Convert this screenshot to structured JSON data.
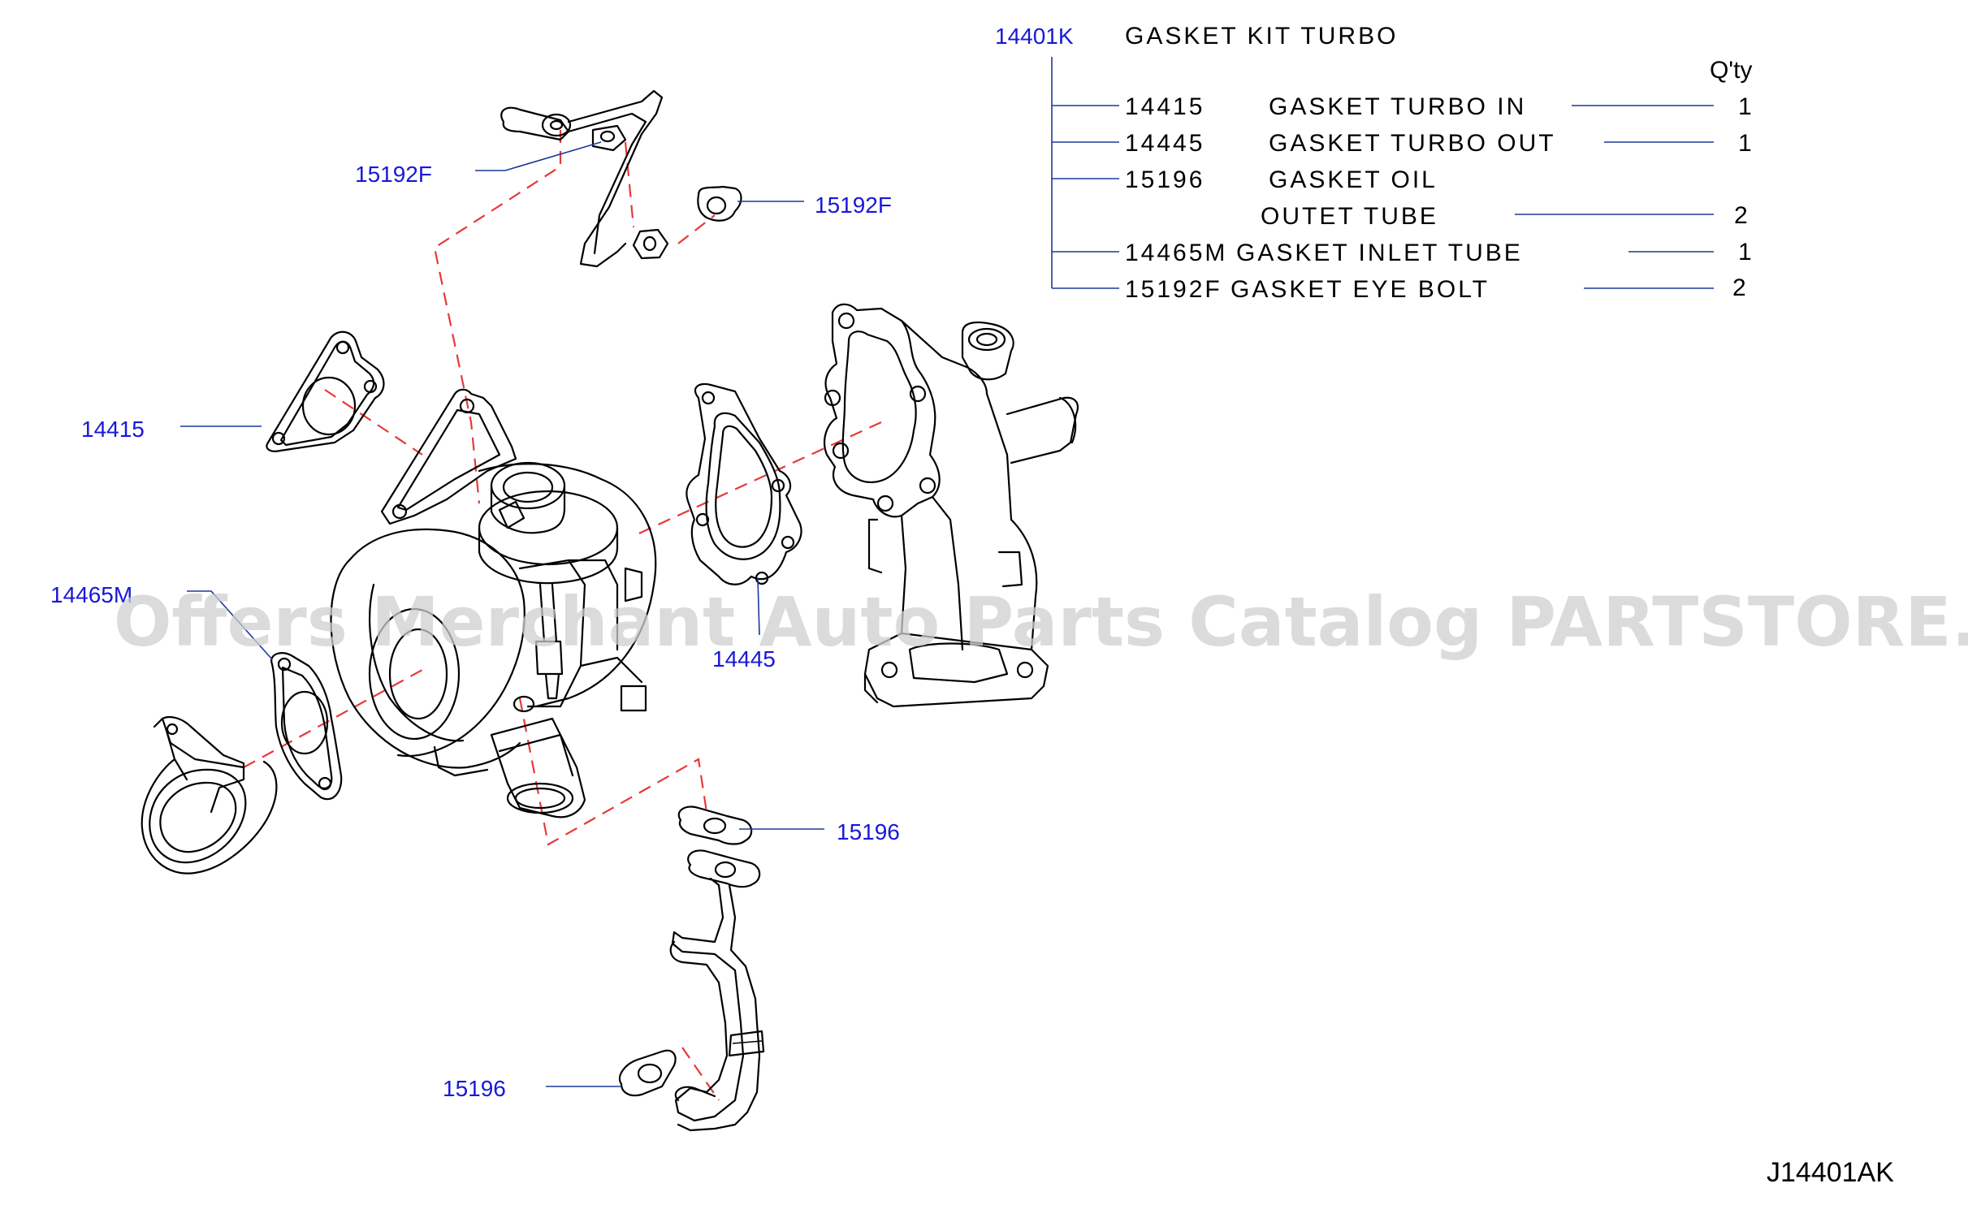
{
  "kit": {
    "number": "14401K",
    "name": "GASKET  KIT  TURBO",
    "qty_header": "Q'ty",
    "items": [
      {
        "number": "14415",
        "name": "GASKET  TURBO  IN",
        "qty": "1"
      },
      {
        "number": "14445",
        "name": "GASKET  TURBO  OUT",
        "qty": "1"
      },
      {
        "number": "15196",
        "name": "GASKET  OIL",
        "name2": "OUTET  TUBE",
        "qty": "2"
      },
      {
        "number": "14465M",
        "name": "GASKET  INLET  TUBE",
        "qty": "1"
      },
      {
        "number": "15192F",
        "name": "GASKET  EYE  BOLT",
        "qty": "2"
      }
    ]
  },
  "callouts": {
    "eye_bolt_left": "15192F",
    "eye_bolt_right": "15192F",
    "turbo_in": "14415",
    "inlet_tube": "14465M",
    "turbo_out": "14445",
    "oil_upper": "15196",
    "oil_lower": "15196"
  },
  "watermark": "Offers Merchant Auto Parts Catalog PARTSTORE.SA",
  "diagram_code": "J14401AK"
}
